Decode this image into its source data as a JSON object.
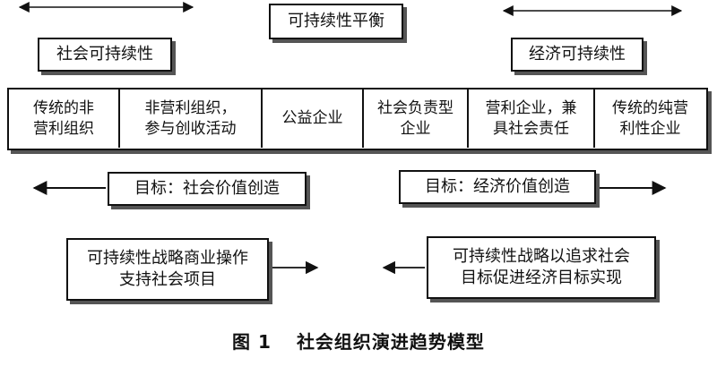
{
  "top_label": "可持续性平衡",
  "left_label": "社会可持续性",
  "right_label": "经济可持续性",
  "spectrum": [
    "传统的非\n营利组织",
    "非营利组织，\n参与创收活动",
    "公益企业",
    "社会负责型\n企业",
    "营利企业，兼\n具社会责任",
    "传统的纯营\n利性企业"
  ],
  "left_goal": "目标：社会价值创造",
  "right_goal": "目标：经济价值创造",
  "left_strategy": "可持续性战略商业操作\n支持社会项目",
  "right_strategy": "可持续性战略以追求社会\n目标促进经济目标实现",
  "caption": {
    "fig": "图 1",
    "title": "社会组织演进趋势模型"
  }
}
